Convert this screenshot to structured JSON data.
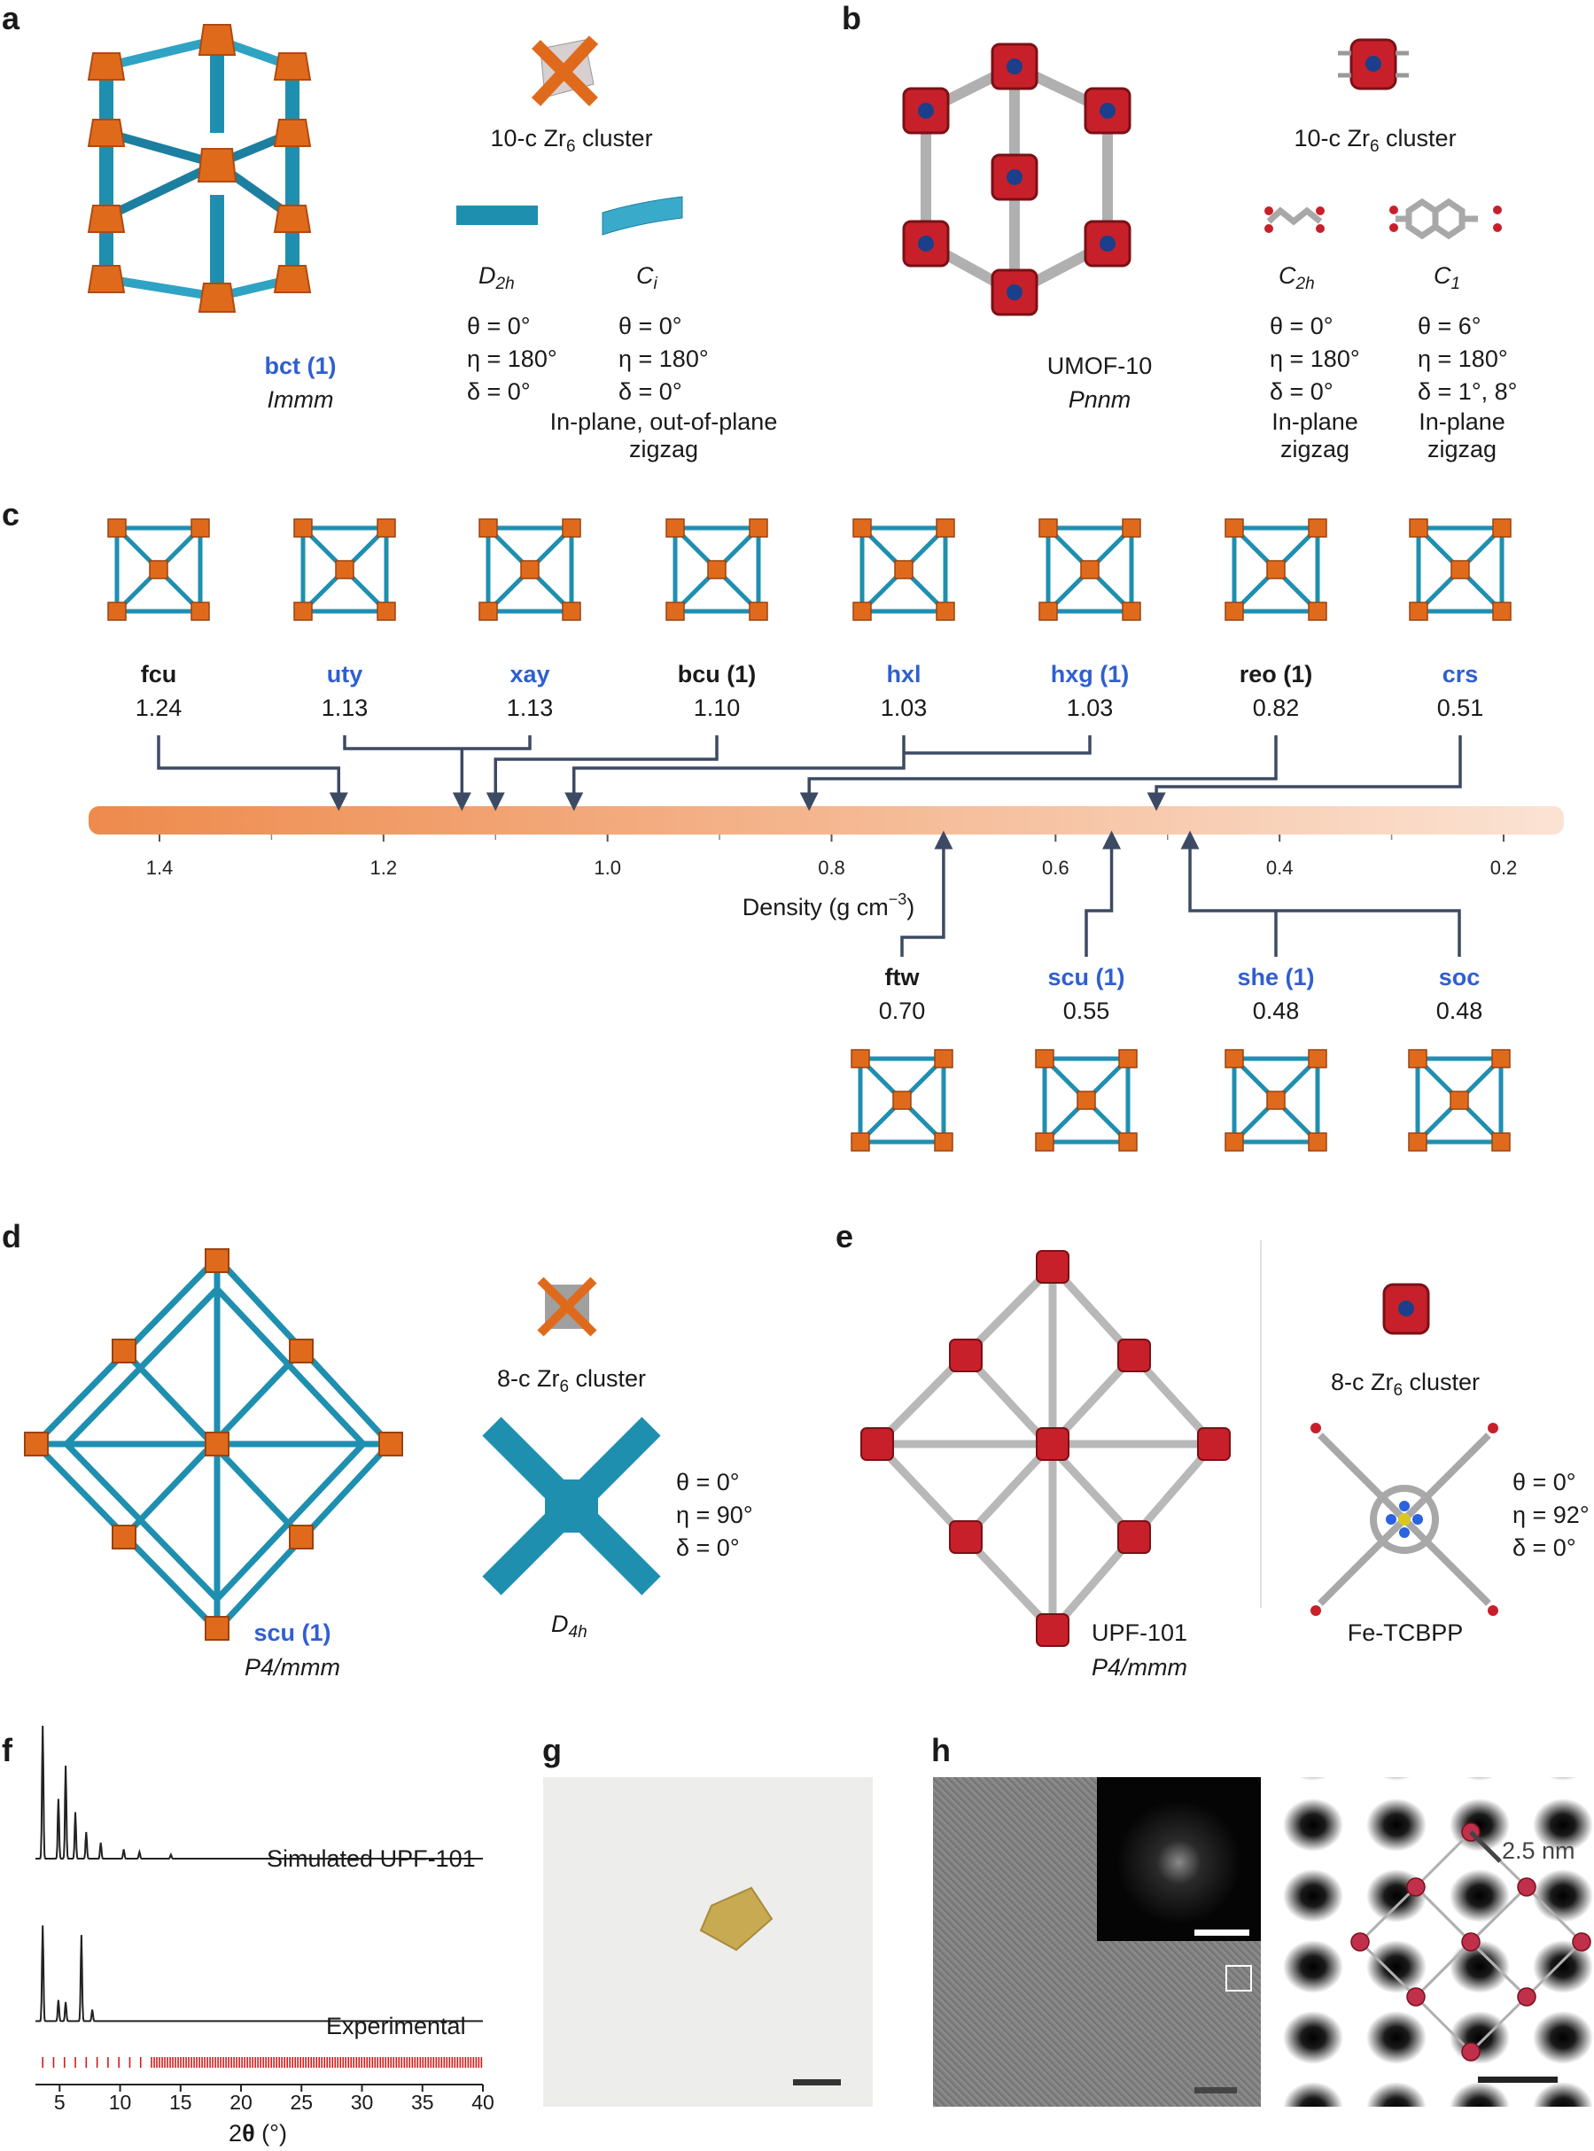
{
  "panels": {
    "a": {
      "letter": "a",
      "topology": "bct (1)",
      "space_group": "Immm",
      "cluster_label": "10-c Zr",
      "cluster_sub": "6",
      "cluster_suffix": " cluster",
      "linker1_sym": "D",
      "linker1_sub": "2h",
      "linker2_sym": "C",
      "linker2_sub": "i",
      "params1": [
        "θ = 0°",
        "η = 180°",
        "δ = 0°"
      ],
      "params2": [
        "θ = 0°",
        "η = 180°",
        "δ = 0°"
      ],
      "note_line1": "In-plane, out-of-plane",
      "note_line2": "zigzag"
    },
    "b": {
      "letter": "b",
      "name": "UMOF-10",
      "space_group": "Pnnm",
      "cluster_label": "10-c Zr",
      "cluster_sub": "6",
      "cluster_suffix": " cluster",
      "linker1_sym": "C",
      "linker1_sub": "2h",
      "linker2_sym": "C",
      "linker2_sub": "1",
      "params1": [
        "θ = 0°",
        "η = 180°",
        "δ = 0°"
      ],
      "params2": [
        "θ = 6°",
        "η = 180°",
        "δ = 1°, 8°"
      ],
      "note1_line1": "In-plane",
      "note1_line2": "zigzag",
      "note2_line1": "In-plane",
      "note2_line2": "zigzag"
    },
    "c": {
      "letter": "c",
      "density_label": "Density (g cm",
      "density_sup": "−3",
      "density_close": ")",
      "axis_ticks": [
        "1.4",
        "1.2",
        "1.0",
        "0.8",
        "0.6",
        "0.4",
        "0.2"
      ],
      "top_nets": [
        {
          "name": "fcu",
          "density": "1.24",
          "blue": false
        },
        {
          "name": "uty",
          "density": "1.13",
          "blue": true
        },
        {
          "name": "xay",
          "density": "1.13",
          "blue": true
        },
        {
          "name": "bcu (1)",
          "density": "1.10",
          "blue": false
        },
        {
          "name": "hxl",
          "density": "1.03",
          "blue": true
        },
        {
          "name": "hxg (1)",
          "density": "1.03",
          "blue": true
        },
        {
          "name": "reo (1)",
          "density": "0.82",
          "blue": false
        },
        {
          "name": "crs",
          "density": "0.51",
          "blue": true
        }
      ],
      "bottom_nets": [
        {
          "name": "ftw",
          "density": "0.70",
          "blue": false
        },
        {
          "name": "scu (1)",
          "density": "0.55",
          "blue": true
        },
        {
          "name": "she (1)",
          "density": "0.48",
          "blue": true
        },
        {
          "name": "soc",
          "density": "0.48",
          "blue": true
        }
      ]
    },
    "d": {
      "letter": "d",
      "topology": "scu (1)",
      "space_group": "P4/mmm",
      "cluster_label": "8-c Zr",
      "cluster_sub": "6",
      "cluster_suffix": " cluster",
      "linker_sym": "D",
      "linker_sub": "4h",
      "params": [
        "θ = 0°",
        "η = 90°",
        "δ = 0°"
      ]
    },
    "e": {
      "letter": "e",
      "name": "UPF-101",
      "space_group": "P4/mmm",
      "cluster_label": "8-c Zr",
      "cluster_sub": "6",
      "cluster_suffix": " cluster",
      "linker_name": "Fe-TCBPP",
      "params": [
        "θ = 0°",
        "η = 92°",
        "δ = 0°"
      ]
    },
    "f": {
      "letter": "f",
      "trace1_label": "Simulated UPF-101",
      "trace2_label": "Experimental",
      "x_ticks": [
        "5",
        "10",
        "15",
        "20",
        "25",
        "30",
        "35",
        "40"
      ],
      "xlabel_pre": "2",
      "xlabel_theta": "θ",
      "xlabel_post": " (°)"
    },
    "g": {
      "letter": "g"
    },
    "h": {
      "letter": "h",
      "scale_label": "2.5 nm"
    }
  },
  "colors": {
    "teal": "#1f8fb0",
    "orange": "#e06a1c",
    "blue_label": "#2f5fd0",
    "arrow": "#3d4a63",
    "bar_start": "#ee8a4c",
    "bar_end": "#fbe3d4",
    "red": "#c8202a"
  }
}
